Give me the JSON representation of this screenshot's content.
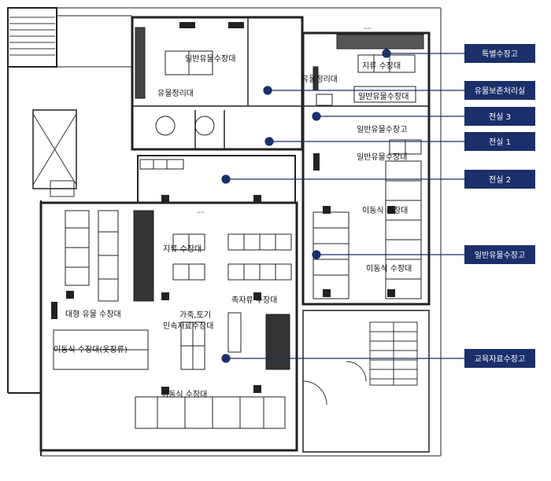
{
  "colors": {
    "legend_bg": "#1b2f6a",
    "legend_text": "#ffffff",
    "marker": "#1b2f6a",
    "wall": "#222222"
  },
  "rooms": {
    "general_storage_top": "일반유물수장대",
    "artifact_arrangement": "유물정리대",
    "artifact_arrangement_right": "유물정리대",
    "special_shelf": "지류 수장대",
    "general_shelf_right": "일반유물수장대",
    "general_storage_a": "일반유물수장고",
    "general_storage_b": "일반유물수장대",
    "mobile_storage_right_a": "이동식 수장대",
    "mobile_storage_right_b": "이동식 수장대",
    "paper_storage": "지류 수장대",
    "large_artifact": "대형 유물 수장대",
    "mobile_clothing": "이동식 수장대(옷장류)",
    "leather_ceramic": "가죽,토기",
    "folk_material": "민속자료수장대",
    "scroll_storage": "족자류 수장대",
    "mobile_bottom": "이동식 수장대"
  },
  "legend": [
    {
      "label": "특별수장고",
      "marker": "special-storage"
    },
    {
      "label": "유물보존처리실",
      "marker": "conservation-room"
    },
    {
      "label": "전실 3",
      "marker": "anteroom-3"
    },
    {
      "label": "전실 1",
      "marker": "anteroom-1"
    },
    {
      "label": "전실 2",
      "marker": "anteroom-2"
    },
    {
      "label": "일반유물수장고",
      "marker": "general-storage"
    },
    {
      "label": "교육자료수장고",
      "marker": "education-storage"
    }
  ]
}
